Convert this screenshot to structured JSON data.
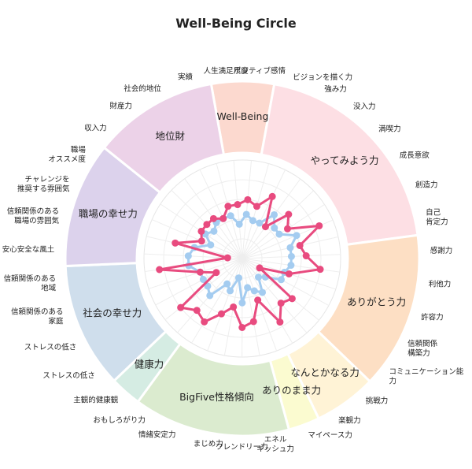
{
  "chart_data": {
    "type": "radar",
    "title": "Well-Being Circle",
    "r_range": [
      0,
      100
    ],
    "grid": true,
    "spokes": [
      "人生満足尺度",
      "ポジティブ感情",
      "ビジョンを描く力",
      "強み力",
      "没入力",
      "満喫力",
      "成長意欲",
      "創造力",
      "自己\n肯定力",
      "感謝力",
      "利他力",
      "許容力",
      "信頼関係\n構築力",
      "コミュニケーション能\n力",
      "挑戦力",
      "楽観力",
      "マイペース力",
      "エネル\nギッシュ力",
      "フレンドリー力",
      "まじめ力",
      "情緒安定力",
      "おもしろがり力",
      "主観的健康観",
      "ストレスの低さ",
      "ストレスの低さ",
      "信頼関係のある\n家庭",
      "信頼関係のある\n地域",
      "安心安全な風土",
      "信頼関係のある\n職場の雰囲気",
      "チャレンジを\n推奨する雰囲気",
      "職場\nオススメ度",
      "収入力",
      "財産力",
      "社会的地位",
      "実績"
    ],
    "sectors": [
      {
        "label": "Well-Being",
        "color": "#fcd9cf",
        "start": 0,
        "count": 2
      },
      {
        "label": "やってみよう力",
        "color": "#fddfe4",
        "start": 2,
        "count": 7
      },
      {
        "label": "ありがとう力",
        "color": "#fddfc4",
        "start": 9,
        "count": 5
      },
      {
        "label": "なんとかなる力",
        "color": "#fff3d6",
        "start": 14,
        "count": 2
      },
      {
        "label": "ありのまま力",
        "color": "#fbfbd0",
        "start": 16,
        "count": 1
      },
      {
        "label": "BigFive性格傾向",
        "color": "#dbebcf",
        "start": 17,
        "count": 5
      },
      {
        "label": "健康力",
        "color": "#d5ece3",
        "start": 22,
        "count": 1
      },
      {
        "label": "社会の幸せ力",
        "color": "#cfdeec",
        "start": 23,
        "count": 4
      },
      {
        "label": "職場の幸せ力",
        "color": "#dcd2ec",
        "start": 27,
        "count": 4
      },
      {
        "label": "地位財",
        "color": "#ecd2e8",
        "start": 31,
        "count": 4
      }
    ],
    "series": [
      {
        "color": "#e84b7f",
        "values": [
          55,
          60,
          55,
          70,
          40,
          65,
          55,
          85,
          60,
          65,
          80,
          50,
          20,
          65,
          60,
          75,
          45,
          65,
          70,
          50,
          60,
          75,
          70,
          80,
          30,
          45,
          85,
          15,
          70,
          45,
          50,
          50,
          50,
          45,
          55
        ]
      },
      {
        "color": "#a4ccf0",
        "values": [
          35,
          45,
          40,
          40,
          55,
          45,
          45,
          60,
          50,
          50,
          50,
          45,
          45,
          30,
          25,
          40,
          35,
          30,
          45,
          20,
          35,
          30,
          50,
          45,
          45,
          45,
          55,
          55,
          50,
          35,
          45,
          40,
          45,
          45,
          45
        ]
      }
    ]
  }
}
